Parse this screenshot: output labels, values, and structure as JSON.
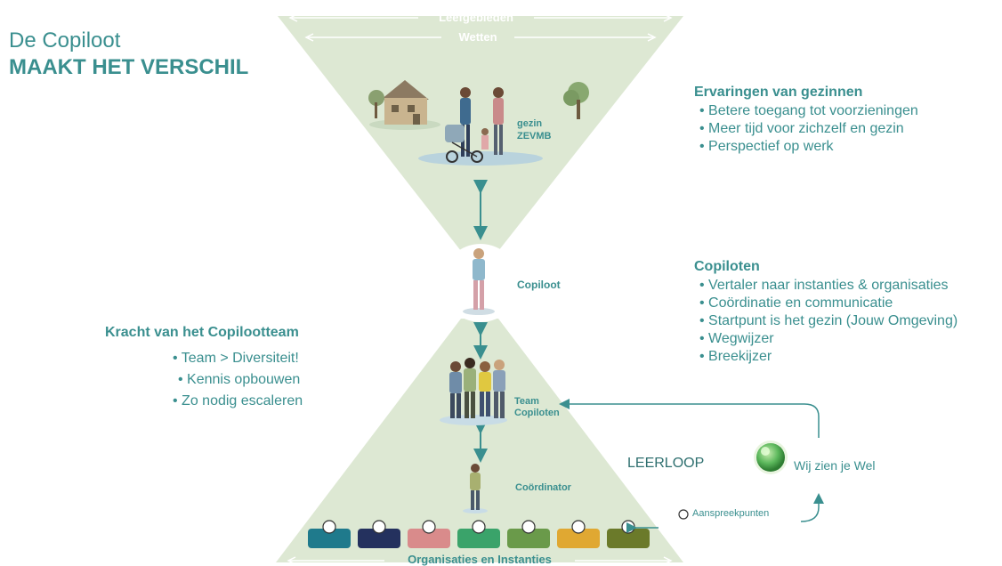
{
  "title": {
    "line1": "De Copiloot",
    "line2": "MAAKT HET VERSCHIL"
  },
  "top_labels": {
    "leefgebieden": "Leefgebieden",
    "wetten": "Wetten"
  },
  "gezin_label": {
    "line1": "gezin",
    "line2": "ZEVMB"
  },
  "copiloot_label": "Copiloot",
  "team_label": {
    "line1": "Team",
    "line2": "Copiloten"
  },
  "coordinator_label": "Coördinator",
  "bottom_label": "Organisaties en Instanties",
  "leerloop_label": "LEERLOOP",
  "wij_zien_label": "Wij zien je Wel",
  "aanspreekpunten_label": "Aanspreekpunten",
  "ervaringen": {
    "heading": "Ervaringen van gezinnen",
    "items": [
      "Betere toegang tot voorzieningen",
      "Meer tijd voor zichzelf en gezin",
      "Perspectief op werk"
    ]
  },
  "copiloten": {
    "heading": "Copiloten",
    "items": [
      "Vertaler naar instanties & organisaties",
      "Coördinatie en communicatie",
      "Startpunt is het gezin (Jouw Omgeving)",
      "Wegwijzer",
      "Breekijzer"
    ]
  },
  "kracht": {
    "heading": "Kracht van het Copilootteam",
    "items": [
      "Team > Diversiteit!",
      "Kennis opbouwen",
      "Zo nodig escaleren"
    ]
  },
  "colors": {
    "triangle_fill": "#dde8d3",
    "accent": "#3a8f8f",
    "blocks": [
      "#1f7a8c",
      "#24315e",
      "#d98b8b",
      "#3aa36a",
      "#6a9a4a",
      "#e0a832",
      "#6b7a2a"
    ]
  }
}
